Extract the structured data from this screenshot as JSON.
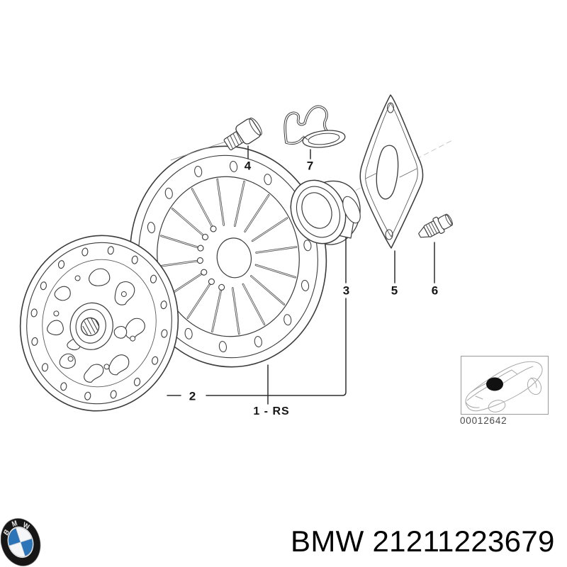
{
  "diagram": {
    "labels": {
      "n1": "1 - RS",
      "n2": "2",
      "n3": "3",
      "n4": "4",
      "n5": "5",
      "n6": "6",
      "n7": "7"
    },
    "thumbnail": {
      "code": "00012642"
    }
  },
  "footer": {
    "caption": "BMW 21211223679",
    "logo": {
      "letters": [
        "B",
        "M",
        "W"
      ],
      "blue": "#2b74b8",
      "ring": "#161616"
    }
  },
  "colors": {
    "background": "#ffffff",
    "line_art": "#3b3b3b",
    "label_text": "#161616",
    "axis_line": "#c8c8c8",
    "thumbnail_border": "#9a9a9a",
    "thumbnail_code": "#4a4a4a",
    "caption_text": "#000000",
    "logo_blue": "#2b74b8"
  }
}
